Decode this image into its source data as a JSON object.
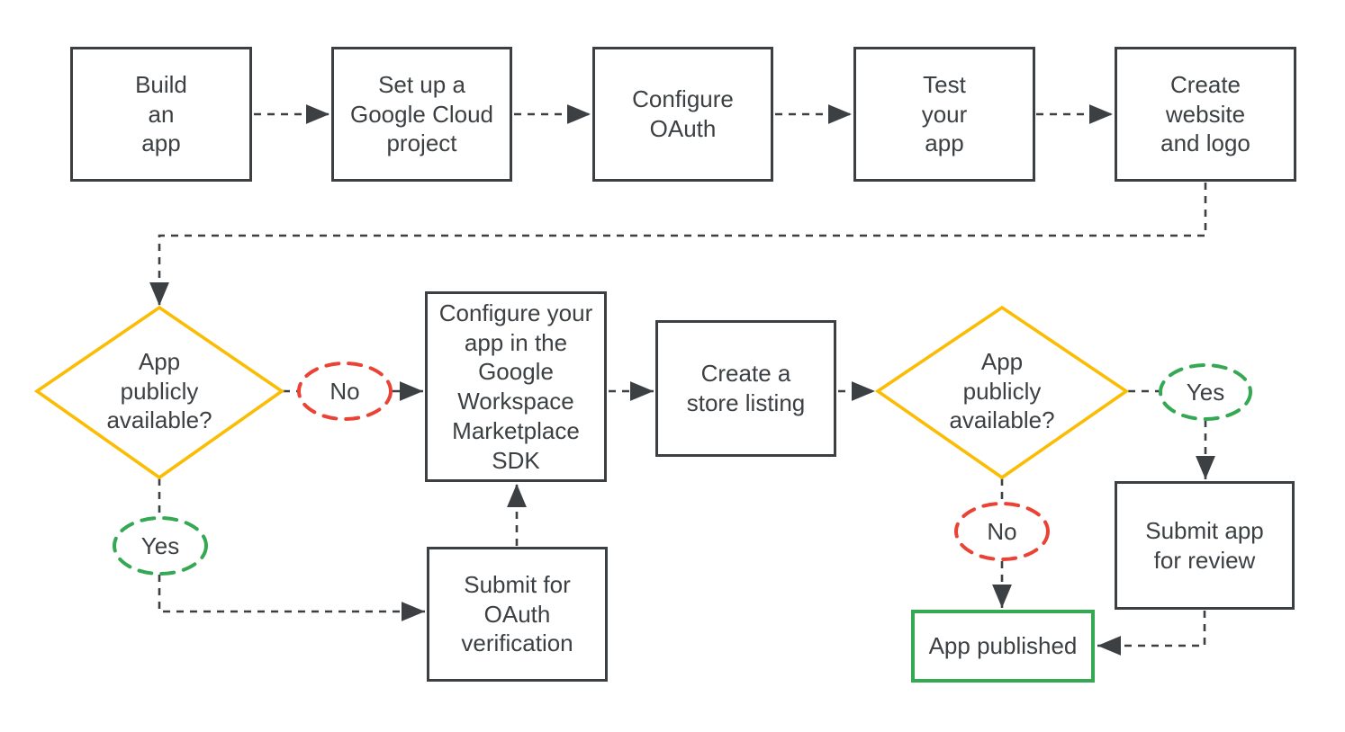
{
  "colors": {
    "ink": "#3C4043",
    "yellow": "#FBBC04",
    "green": "#34A853",
    "red": "#EA4335",
    "background": "#FFFFFF"
  },
  "nodes": {
    "build_app": {
      "label": "Build\nan\napp"
    },
    "setup_project": {
      "label": "Set up a\nGoogle Cloud\nproject"
    },
    "configure_oauth": {
      "label": "Configure\nOAuth"
    },
    "test_app": {
      "label": "Test\nyour\napp"
    },
    "create_website": {
      "label": "Create\nwebsite\nand logo"
    },
    "decision_1": {
      "label": "App\npublicly\navailable?"
    },
    "no_1": {
      "label": "No"
    },
    "configure_sdk": {
      "label": "Configure your\napp in the\nGoogle\nWorkspace\nMarketplace\nSDK"
    },
    "store_listing": {
      "label": "Create a\nstore listing"
    },
    "decision_2": {
      "label": "App\npublicly\navailable?"
    },
    "yes_2": {
      "label": "Yes"
    },
    "yes_1": {
      "label": "Yes"
    },
    "submit_oauth": {
      "label": "Submit for\nOAuth\nverification"
    },
    "submit_review": {
      "label": "Submit app\nfor review"
    },
    "no_2": {
      "label": "No"
    },
    "app_published": {
      "label": "App published"
    }
  }
}
